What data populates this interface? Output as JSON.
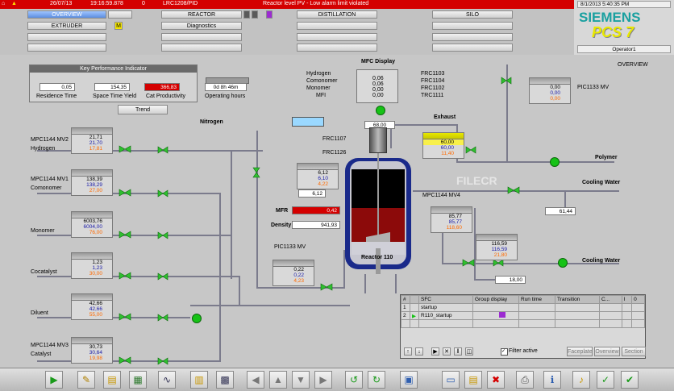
{
  "header": {
    "date": "26/07/13",
    "time": "19:16:59.878",
    "alarm_count": "0",
    "tag": "LRC1208/PID",
    "alarm_message": "Reactor level PV - Low alarm limit violated",
    "menu": {
      "overview": "OVERVIEW",
      "reactor": "REACTOR",
      "distillation": "DISTILLATION",
      "silo": "SILO",
      "extruder": "EXTRUDER",
      "diagnostics": "Diagnostics",
      "marker": "M"
    }
  },
  "logo": {
    "brand": "SIEMENS",
    "product": "PCS 7",
    "datetime": "8/1/2013 5:40:35 PM",
    "operator": "Operator1"
  },
  "overview_label": "OVERVIEW",
  "kpi": {
    "title": "Key Performance Indicator",
    "residence_time": {
      "value": "0,05",
      "label": "Residence Time"
    },
    "space_time_yield": {
      "value": "154,35",
      "label": "Space Time Yield"
    },
    "cat_productivity": {
      "value": "366,83",
      "label": "Cat Productivity"
    },
    "operating_hours": {
      "value": "0d  8h 46m",
      "label": "Operating hours"
    },
    "trend_button": "Trend"
  },
  "mfc": {
    "title": "MFC Display",
    "rows": [
      {
        "name": "Hydrogen",
        "value": "0,06",
        "tag": "FRC1103"
      },
      {
        "name": "Comonomer",
        "value": "0,06",
        "tag": "FRC1104"
      },
      {
        "name": "Monomer",
        "value": "0,00",
        "tag": "FRC1102"
      },
      {
        "name": "MFI",
        "value": "0,00",
        "tag": "TRC1111"
      }
    ]
  },
  "feeds": [
    {
      "tag": "MPC1144 MV2",
      "name": "Hydrogen",
      "v1": "21,71",
      "v2": "21,70",
      "v3": "17,81"
    },
    {
      "tag": "MPC1144 MV1",
      "name": "Comonomer",
      "v1": "138,39",
      "v2": "138,29",
      "v3": "27,00"
    },
    {
      "tag": "",
      "name": "Monomer",
      "v1": "6003,76",
      "v2": "6004,00",
      "v3": "76,00"
    },
    {
      "tag": "",
      "name": "Cocatalyst",
      "v1": "1,23",
      "v2": "1,23",
      "v3": "30,00"
    },
    {
      "tag": "",
      "name": "Diluent",
      "v1": "42,66",
      "v2": "42,66",
      "v3": "55,00"
    },
    {
      "tag": "MPC1144 MV3",
      "name": "Catalyst",
      "v1": "30,73",
      "v2": "30,64",
      "v3": "19,98"
    }
  ],
  "nitrogen": "Nitrogen",
  "frc1107": "FRC1107",
  "frc1126": "FRC1126",
  "mid_face": {
    "v1": "6,12",
    "v2": "6,10",
    "v3": "4,22",
    "readout": "6,12"
  },
  "mfr": {
    "label": "MFR",
    "value": "0,42"
  },
  "density": {
    "label": "Density",
    "value": "941,93"
  },
  "pic1133_label": "PIC1133 MV",
  "pic_face": {
    "v1": "0,22",
    "v2": "0,22",
    "v3": "4,23"
  },
  "agitator_value": "68,00",
  "exhaust": "Exhaust",
  "exhaust_face": {
    "v1": "60,00",
    "v2": "60,00",
    "v3": "11,40"
  },
  "top_right": {
    "tag": "PIC1133 MV",
    "v1": "0,00",
    "v2": "0,00",
    "v3": "0,00"
  },
  "polymer": "Polymer",
  "cooling_water_1": "Cooling Water",
  "mpc_mv4": "MPC1144 MV4",
  "cw_face_1": {
    "v1": "85,77",
    "v2": "85,77",
    "v3": "118,60"
  },
  "cw_readout_1": "61,44",
  "cw_face_2": {
    "v1": "116,59",
    "v2": "116,59",
    "v3": "21,80"
  },
  "cooling_water_2": "Cooling Water",
  "cw_readout_2": "18,00",
  "reactor_name": "Reactor 110",
  "watermark": "FILECR",
  "sfc": {
    "headers": [
      "#",
      "",
      "SFC",
      "Group display",
      "Run time",
      "Transition",
      "C...",
      "I",
      "0"
    ],
    "rows": [
      {
        "num": "1",
        "name": "startup"
      },
      {
        "num": "2",
        "name": "R110_startup"
      }
    ],
    "filter_label": "Filter active",
    "buttons": [
      "Faceplate",
      "Overview",
      "Section"
    ]
  },
  "colors": {
    "alarm_red": "#d40000",
    "pump_green": "#16c216",
    "reactor_blue": "#1a2a8a",
    "liquid_red": "#8c0a0a"
  }
}
